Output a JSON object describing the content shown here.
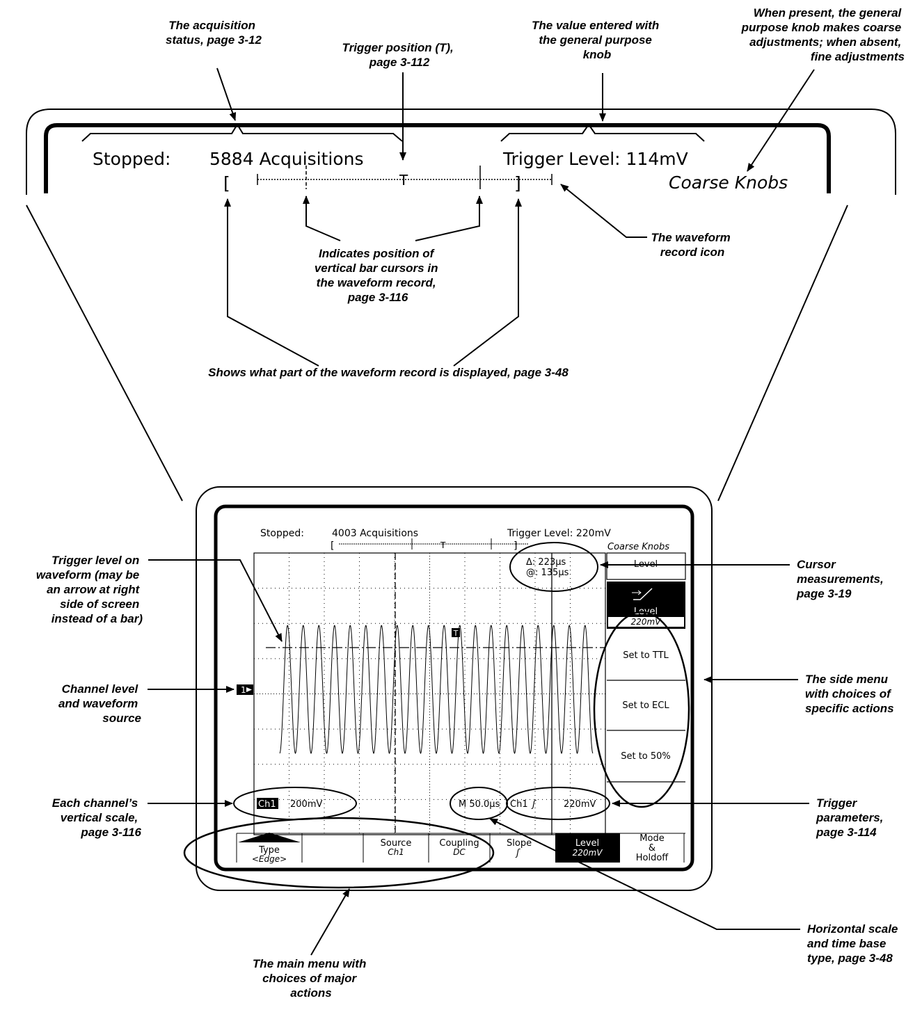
{
  "callouts": {
    "acq_status": [
      "The acquisition",
      "status, page 3-12"
    ],
    "trigger_pos": [
      "Trigger position (T),",
      "page 3-112"
    ],
    "gp_value": [
      "The value entered with",
      "the general purpose",
      "knob"
    ],
    "coarse_note": [
      "When present, the general",
      "purpose knob makes coarse",
      "adjustments; when absent,",
      "fine adjustments"
    ],
    "bar_cursors": [
      "Indicates position of",
      "vertical bar cursors in",
      "the waveform record,",
      "page 3-116"
    ],
    "record_icon": [
      "The waveform",
      "record icon"
    ],
    "displayed_part": "Shows what part of the waveform record is displayed, page 3-48",
    "trigger_level_wave": [
      "Trigger level on",
      "waveform (may  be",
      "an arrow at right",
      "side of screen",
      "instead of a bar)"
    ],
    "channel_level": [
      "Channel level",
      "and waveform",
      "source"
    ],
    "vertical_scale": [
      "Each channel’s",
      "vertical scale,",
      "page 3-116"
    ],
    "cursor_meas": [
      "Cursor",
      "measurements,",
      "page 3-19"
    ],
    "side_menu": [
      "The side menu",
      "with choices of",
      "specific actions"
    ],
    "trigger_params": [
      "Trigger",
      "parameters,",
      "page 3-114"
    ],
    "horizontal_scale": [
      "Horizontal scale",
      "and time base",
      "type, page 3-48"
    ],
    "main_menu": [
      "The main menu with",
      "choices of major",
      "actions"
    ]
  },
  "zoom": {
    "status": "Stopped:",
    "acquisitions": "5884 Acquisitions",
    "trigger_level": "Trigger Level: 114mV",
    "coarse": "Coarse Knobs",
    "bracket_left": "[",
    "bracket_right": "]",
    "trigger_marker": "T"
  },
  "screen": {
    "status": "Stopped:",
    "acquisitions": "4003 Acquisitions",
    "trigger_level": "Trigger Level: 220mV",
    "coarse": "Coarse Knobs",
    "bracket_left": "[",
    "bracket_right": "]",
    "trigger_marker": "T",
    "cursor_delta": "Δ: 223μs",
    "cursor_at": "@: 135μs",
    "channel_marker": "1",
    "waveform_marker": "T",
    "ch1_label": "Ch1",
    "ch1_scale": "200mV",
    "timebase": "M 50.0μs",
    "trig_ch": "Ch1",
    "trig_slope": "ʃ",
    "trig_level": "220mV"
  },
  "side_menu": {
    "top_partial": "Level",
    "level_label": "Level",
    "level_value": "220mV",
    "set_ttl": "Set to TTL",
    "set_ecl": "Set to ECL",
    "set_50": "Set to 50%"
  },
  "main_menu": {
    "type_label": "Type",
    "type_value": "<Edge>",
    "source_label": "Source",
    "source_value": "Ch1",
    "coupling_label": "Coupling",
    "coupling_value": "DC",
    "slope_label": "Slope",
    "slope_value": "ʃ",
    "level_label": "Level",
    "level_value": "220mV",
    "mode_label_1": "Mode",
    "mode_label_2": "&",
    "mode_label_3": "Holdoff"
  }
}
